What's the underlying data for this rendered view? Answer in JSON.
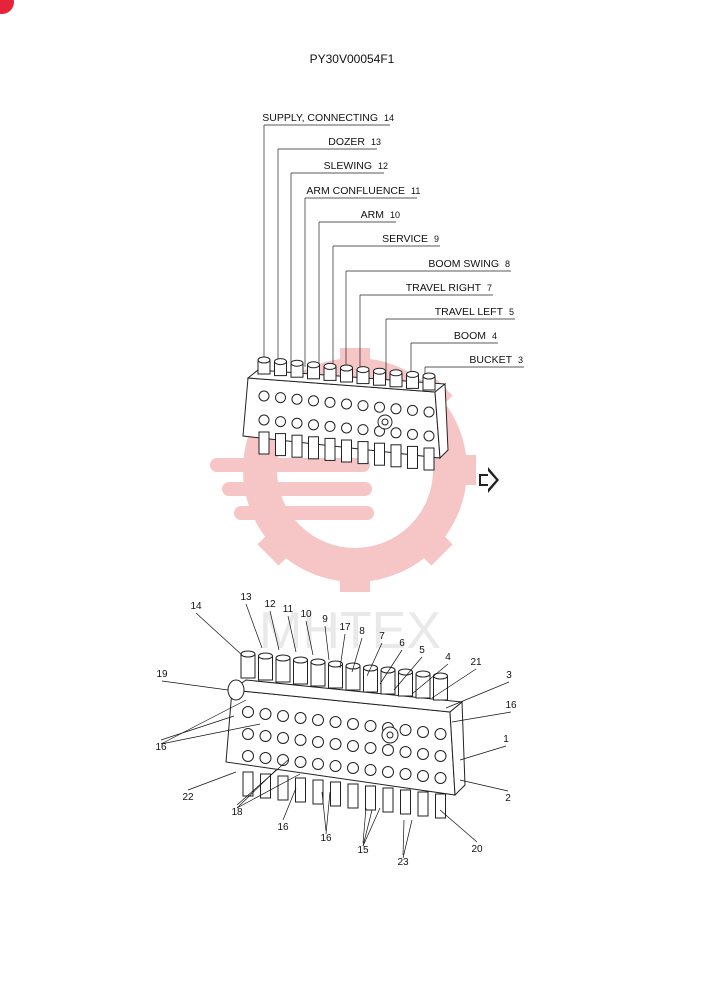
{
  "document": {
    "code": "PY30V00054F1"
  },
  "watermark": {
    "text": "MHTEX",
    "color": "#f2a6a6"
  },
  "top_view": {
    "labels": [
      {
        "name": "SUPPLY, CONNECTING",
        "num": "14"
      },
      {
        "name": "DOZER",
        "num": "13"
      },
      {
        "name": "SLEWING",
        "num": "12"
      },
      {
        "name": "ARM CONFLUENCE",
        "num": "11"
      },
      {
        "name": "ARM",
        "num": "10"
      },
      {
        "name": "SERVICE",
        "num": "9"
      },
      {
        "name": "BOOM SWING",
        "num": "8"
      },
      {
        "name": "TRAVEL RIGHT",
        "num": "7"
      },
      {
        "name": "TRAVEL LEFT",
        "num": "5"
      },
      {
        "name": "BOOM",
        "num": "4"
      },
      {
        "name": "BUCKET",
        "num": "3"
      }
    ]
  },
  "bottom_view": {
    "callouts": [
      "14",
      "13",
      "12",
      "11",
      "10",
      "9",
      "17",
      "8",
      "7",
      "6",
      "5",
      "4",
      "21",
      "3",
      "16",
      "1",
      "2",
      "19",
      "16",
      "22",
      "18",
      "16",
      "16",
      "15",
      "23",
      "20"
    ]
  },
  "icons": {
    "direction_arrow": "arrow-right-icon"
  }
}
